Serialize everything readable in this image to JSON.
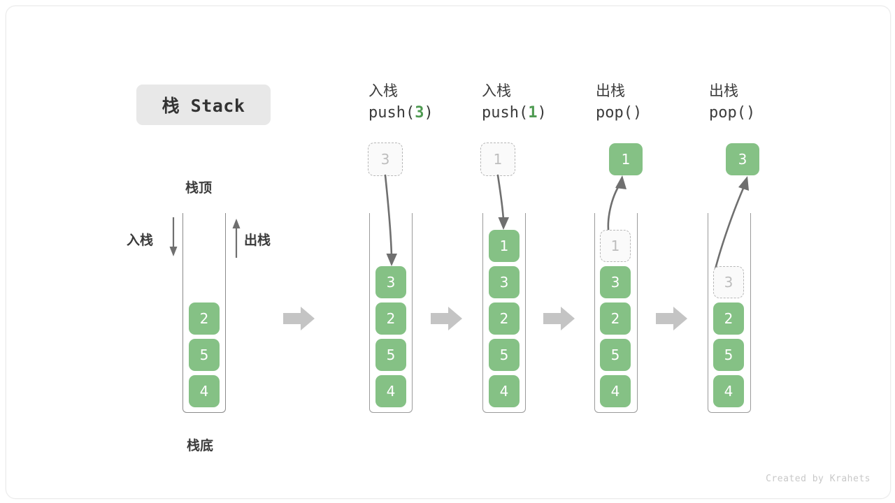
{
  "title_badge": {
    "text": "栈 Stack"
  },
  "labels": {
    "top": "栈顶",
    "bottom": "栈底",
    "push_side": "入栈",
    "pop_side": "出栈"
  },
  "footer": {
    "credit": "Created by Krahets"
  },
  "colors": {
    "element_green": "#85c185",
    "accent_green": "#4e9a51",
    "ghost_fill": "#fafafa",
    "ghost_border": "#b8b8b8",
    "frame_stroke": "#8a8a8a",
    "block_arrow": "#c4c4c4",
    "text_dark": "#3b3b3b",
    "badge_bg": "#e8e8e8",
    "footer_text": "#c8c8c8"
  },
  "columns": [
    {
      "id": "initial",
      "head_line1": "",
      "head_line2": "",
      "head_arg": "",
      "stack": [
        "2",
        "5",
        "4"
      ],
      "ghost_in_stack": null,
      "external": null,
      "operation": "initial"
    },
    {
      "id": "push-3",
      "head_line1": "入栈",
      "head_line2_prefix": "push(",
      "head_arg": "3",
      "head_line2_suffix": ")",
      "stack": [
        "3",
        "2",
        "5",
        "4"
      ],
      "ghost_in_stack": null,
      "external": {
        "value": "3",
        "style": "ghost"
      },
      "operation": "push"
    },
    {
      "id": "push-1",
      "head_line1": "入栈",
      "head_line2_prefix": "push(",
      "head_arg": "1",
      "head_line2_suffix": ")",
      "stack": [
        "1",
        "3",
        "2",
        "5",
        "4"
      ],
      "ghost_in_stack": null,
      "external": {
        "value": "1",
        "style": "ghost"
      },
      "operation": "push"
    },
    {
      "id": "pop-1",
      "head_line1": "出栈",
      "head_line2_prefix": "pop(",
      "head_arg": "",
      "head_line2_suffix": ")",
      "stack": [
        "3",
        "2",
        "5",
        "4"
      ],
      "ghost_in_stack": {
        "value": "1",
        "slot": 0
      },
      "external": {
        "value": "1",
        "style": "filled"
      },
      "operation": "pop"
    },
    {
      "id": "pop-2",
      "head_line1": "出栈",
      "head_line2_prefix": "pop(",
      "head_arg": "",
      "head_line2_suffix": ")",
      "stack": [
        "2",
        "5",
        "4"
      ],
      "ghost_in_stack": {
        "value": "3",
        "slot": 1
      },
      "external": {
        "value": "3",
        "style": "filled"
      },
      "operation": "pop"
    }
  ],
  "cells": {
    "c0_0": "2",
    "c0_1": "5",
    "c0_2": "4",
    "c1_ext": "3",
    "c1_0": "3",
    "c1_1": "2",
    "c1_2": "5",
    "c1_3": "4",
    "c2_ext": "1",
    "c2_0": "1",
    "c2_1": "3",
    "c2_2": "2",
    "c2_3": "5",
    "c2_4": "4",
    "c3_ext": "1",
    "c3_ghost": "1",
    "c3_0": "3",
    "c3_1": "2",
    "c3_2": "5",
    "c3_3": "4",
    "c4_ext": "3",
    "c4_ghost": "3",
    "c4_0": "2",
    "c4_1": "5",
    "c4_2": "4"
  },
  "heads": {
    "h1_l1": "入栈",
    "h1_pre": "push(",
    "h1_arg": "3",
    "h1_post": ")",
    "h2_l1": "入栈",
    "h2_pre": "push(",
    "h2_arg": "1",
    "h2_post": ")",
    "h3_l1": "出栈",
    "h3_pre": "pop(",
    "h3_arg": "",
    "h3_post": ")",
    "h4_l1": "出栈",
    "h4_pre": "pop(",
    "h4_arg": "",
    "h4_post": ")"
  }
}
